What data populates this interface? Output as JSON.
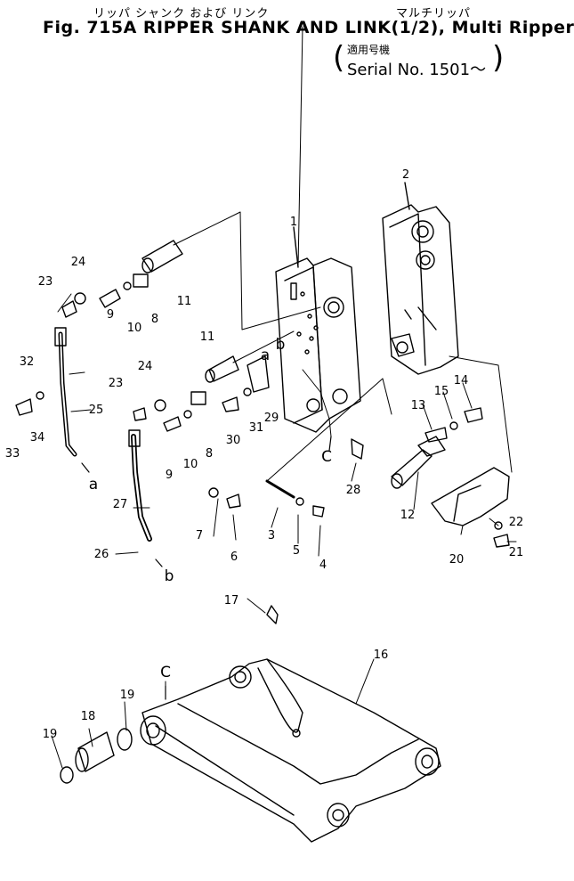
{
  "header": {
    "japanese_title": "リッパ シャンク および リンク",
    "japanese_multi": "マルチリッパ",
    "figure_line": "Fig. 715A RIPPER SHANK AND LINK(1/2), Multi Ripper",
    "applicability_jp": "適用号機",
    "serial": "Serial No. 1501～"
  },
  "callouts": {
    "c1": "1",
    "c2": "2",
    "c3": "3",
    "c4": "4",
    "c5": "5",
    "c6": "6",
    "c7": "7",
    "c8a": "8",
    "c8b": "8",
    "c9a": "9",
    "c9b": "9",
    "c10a": "10",
    "c10b": "10",
    "c11a": "11",
    "c11b": "11",
    "c12": "12",
    "c13": "13",
    "c14": "14",
    "c15": "15",
    "c16": "16",
    "c17": "17",
    "c18": "18",
    "c19a": "19",
    "c19b": "19",
    "c20": "20",
    "c21": "21",
    "c22": "22",
    "c23a": "23",
    "c23b": "23",
    "c24a": "24",
    "c24b": "24",
    "c25": "25",
    "c26": "26",
    "c27": "27",
    "c28": "28",
    "c29": "29",
    "c30": "30",
    "c31": "31",
    "c32": "32",
    "c33": "33",
    "c34": "34"
  },
  "refs": {
    "a1": "a",
    "a2": "a",
    "b1": "b",
    "b2": "b",
    "c1": "C",
    "c2": "C"
  }
}
